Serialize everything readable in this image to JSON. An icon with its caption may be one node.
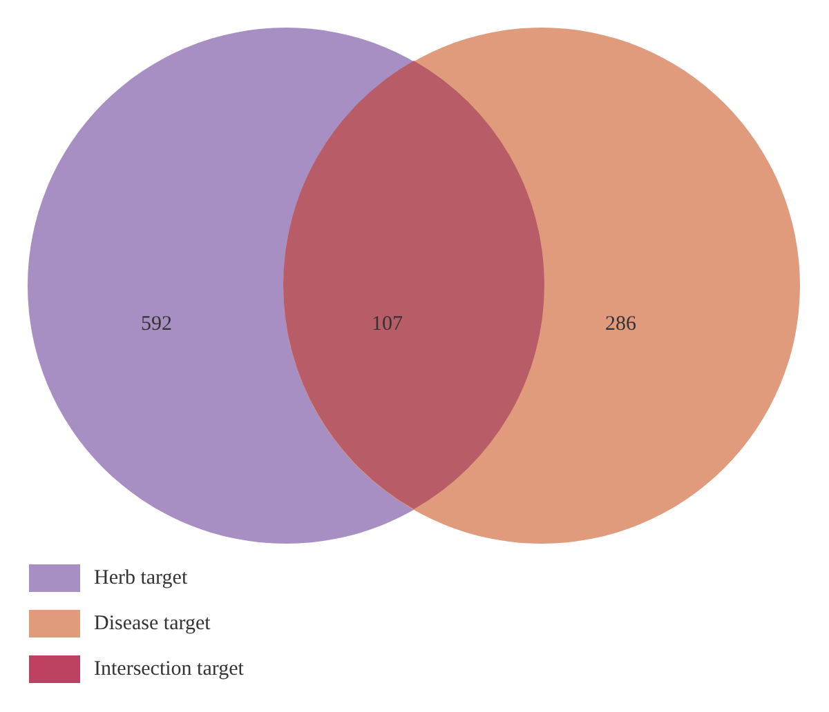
{
  "diagram": {
    "nodes": [
      {
        "text": [
          "592"
        ]
      },
      {
        "text": [
          "286"
        ]
      },
      {
        "text": [
          "107"
        ]
      }
    ],
    "edges": [],
    "legend": [
      {
        "text": "Herb target",
        "color": "#a78fc3"
      },
      {
        "text": "Disease target",
        "color": "#df9b7b"
      },
      {
        "text": "Intersection target",
        "color": "#bd4262"
      }
    ]
  }
}
